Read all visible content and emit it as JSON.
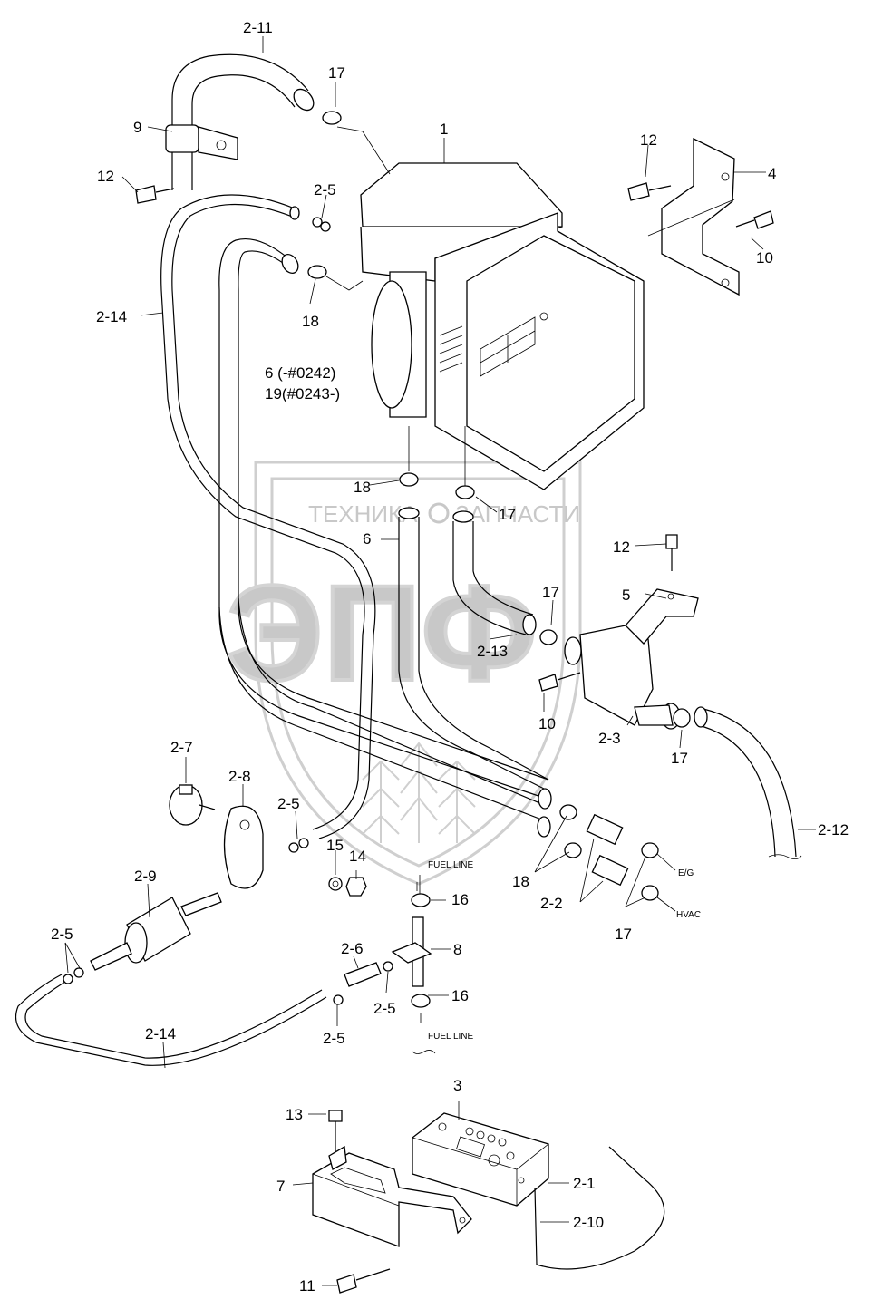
{
  "watermark": {
    "left_text": "ТЕХНИКА",
    "right_text": "ЗАПЧАСТИ",
    "logo_text": "ЭПФ"
  },
  "callouts": {
    "c_2_11": "2-11",
    "c_17_top": "17",
    "c_1": "1",
    "c_9": "9",
    "c_12_left": "12",
    "c_2_5_top": "2-5",
    "c_12_right": "12",
    "c_4": "4",
    "c_10_right": "10",
    "c_2_14_left": "2-14",
    "c_18_top": "18",
    "c_6_top": "6 (-#0242)",
    "c_19": "19(#0243-)",
    "c_18_mid": "18",
    "c_17_mid": "17",
    "c_6_mid": "6",
    "c_12_mid": "12",
    "c_5": "5",
    "c_17_clamp": "17",
    "c_2_13": "2-13",
    "c_10_low": "10",
    "c_2_3": "2-3",
    "c_17_low": "17",
    "c_2_7": "2-7",
    "c_2_8": "2-8",
    "c_2_5_mid": "2-5",
    "c_15": "15",
    "c_14": "14",
    "c_2_12": "2-12",
    "c_2_9": "2-9",
    "c_16_top": "16",
    "c_18_low": "18",
    "c_2_2": "2-2",
    "c_17_bottom": "17",
    "c_2_5_left": "2-5",
    "c_2_6": "2-6",
    "c_8": "8",
    "c_2_5_low1": "2-5",
    "c_16_bottom": "16",
    "c_2_14_bottom": "2-14",
    "c_2_5_low2": "2-5",
    "c_3": "3",
    "c_13": "13",
    "c_2_1": "2-1",
    "c_7": "7",
    "c_2_10": "2-10",
    "c_11": "11"
  },
  "labels": {
    "fuel_line_top": "FUEL LINE",
    "fuel_line_bottom": "FUEL LINE",
    "eg": "E/G",
    "hvac": "HVAC"
  }
}
